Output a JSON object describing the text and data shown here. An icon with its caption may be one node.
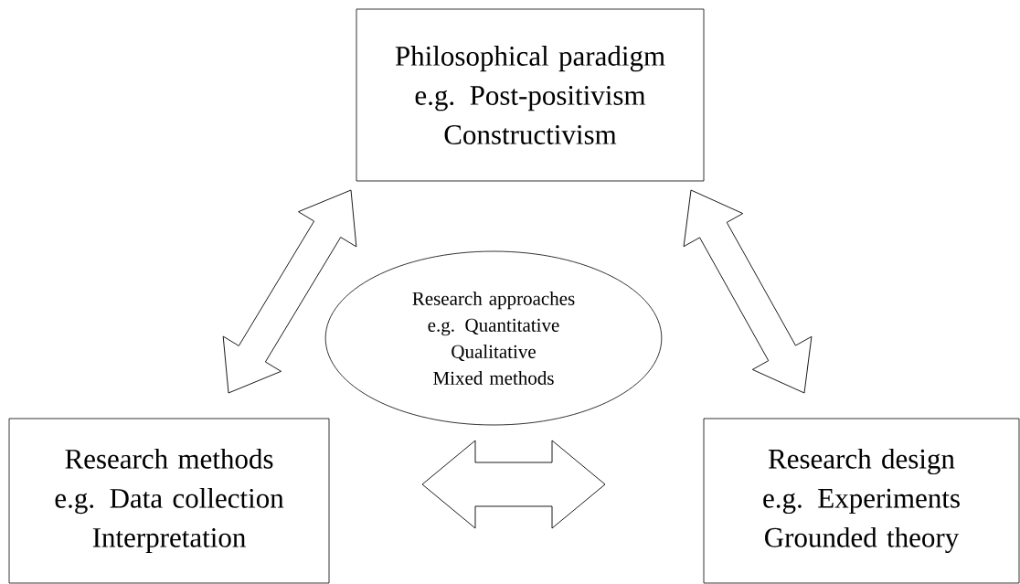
{
  "diagram": {
    "nodes": [
      {
        "text": [
          "Philosophical paradigm",
          "e.g. Post-positivism",
          "Constructivism"
        ]
      },
      {
        "text": [
          "Research approaches",
          "e.g. Quantitative",
          "Qualitative",
          "Mixed methods"
        ]
      },
      {
        "text": [
          "Research methods",
          "e.g. Data collection",
          "Interpretation"
        ]
      },
      {
        "text": [
          "Research design",
          "e.g. Experiments",
          "Grounded theory"
        ]
      }
    ],
    "edges": [
      {
        "from": 0,
        "to": 2,
        "arrow": "both"
      },
      {
        "from": 0,
        "to": 3,
        "arrow": "both"
      },
      {
        "from": 2,
        "to": 3,
        "arrow": "both"
      }
    ]
  }
}
